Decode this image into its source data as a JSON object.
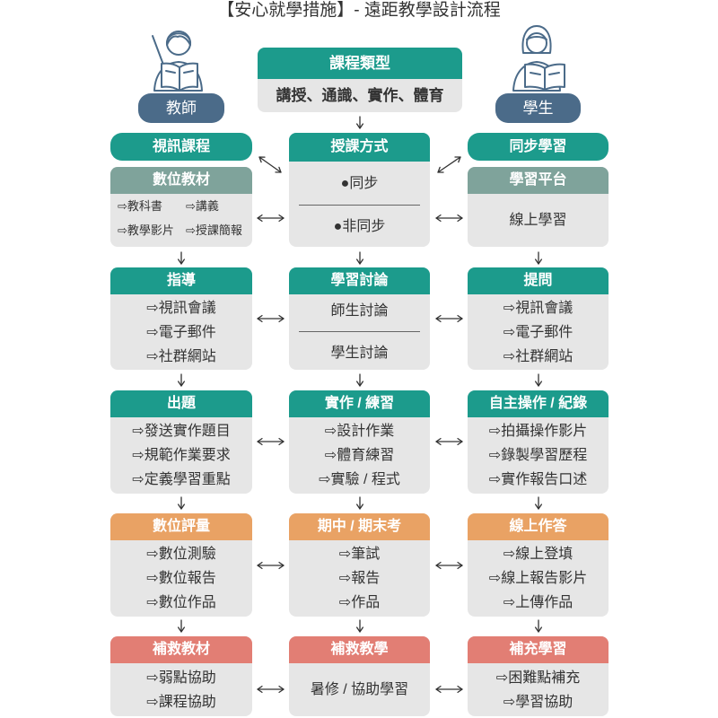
{
  "title": "【安心就學措施】- 遠距教學設計流程",
  "colors": {
    "teal": "#1c9b8c",
    "muted": "#7fa39b",
    "orange": "#e9a264",
    "salmon": "#e27e74",
    "role": "#4b6b89",
    "panel": "#e6e6e6",
    "text": "#333333",
    "arrow": "#333333",
    "icon": "#4b6b89"
  },
  "icons": {
    "teacher": "teacher-reading-with-pointer-icon",
    "student": "student-reading-book-icon",
    "flow_arrow": "arrow-icon"
  },
  "roles": {
    "teacher": "教師",
    "student": "學生"
  },
  "course_type": {
    "header": "課程類型",
    "body": "講授、通識、實作、體育"
  },
  "rows": [
    {
      "teacher_top": "視訊課程",
      "teacher": {
        "header": "數位教材",
        "items": [
          "⇨教科書",
          "⇨講義",
          "⇨教學影片",
          "⇨授課簡報"
        ]
      },
      "center": {
        "header": "授課方式",
        "items": [
          "●同步",
          "●非同步"
        ]
      },
      "student_top": "同步學習",
      "student": {
        "header": "學習平台",
        "items": [
          "線上學習"
        ]
      }
    },
    {
      "teacher": {
        "header": "指導",
        "items": [
          "⇨視訊會議",
          "⇨電子郵件",
          "⇨社群網站"
        ]
      },
      "center": {
        "header": "學習討論",
        "items": [
          "師生討論",
          "學生討論"
        ]
      },
      "student": {
        "header": "提問",
        "items": [
          "⇨視訊會議",
          "⇨電子郵件",
          "⇨社群網站"
        ]
      }
    },
    {
      "teacher": {
        "header": "出題",
        "items": [
          "⇨發送實作題目",
          "⇨規範作業要求",
          "⇨定義學習重點"
        ]
      },
      "center": {
        "header": "實作 / 練習",
        "items": [
          "⇨設計作業",
          "⇨體育練習",
          "⇨實驗 / 程式"
        ]
      },
      "student": {
        "header": "自主操作 / 紀錄",
        "items": [
          "⇨拍攝操作影片",
          "⇨錄製學習歷程",
          "⇨實作報告口述"
        ]
      }
    },
    {
      "teacher": {
        "header": "數位評量",
        "items": [
          "⇨數位測驗",
          "⇨數位報告",
          "⇨數位作品"
        ]
      },
      "center": {
        "header": "期中 / 期末考",
        "items": [
          "⇨筆試",
          "⇨報告",
          "⇨作品"
        ]
      },
      "student": {
        "header": "線上作答",
        "items": [
          "⇨線上登填",
          "⇨線上報告影片",
          "⇨上傳作品"
        ]
      }
    },
    {
      "teacher": {
        "header": "補救教材",
        "items": [
          "⇨弱點協助",
          "⇨課程協助"
        ]
      },
      "center": {
        "header": "補救教學",
        "items": [
          "暑修 / 協助學習"
        ]
      },
      "student": {
        "header": "補充學習",
        "items": [
          "⇨困難點補充",
          "⇨學習協助"
        ]
      }
    }
  ]
}
